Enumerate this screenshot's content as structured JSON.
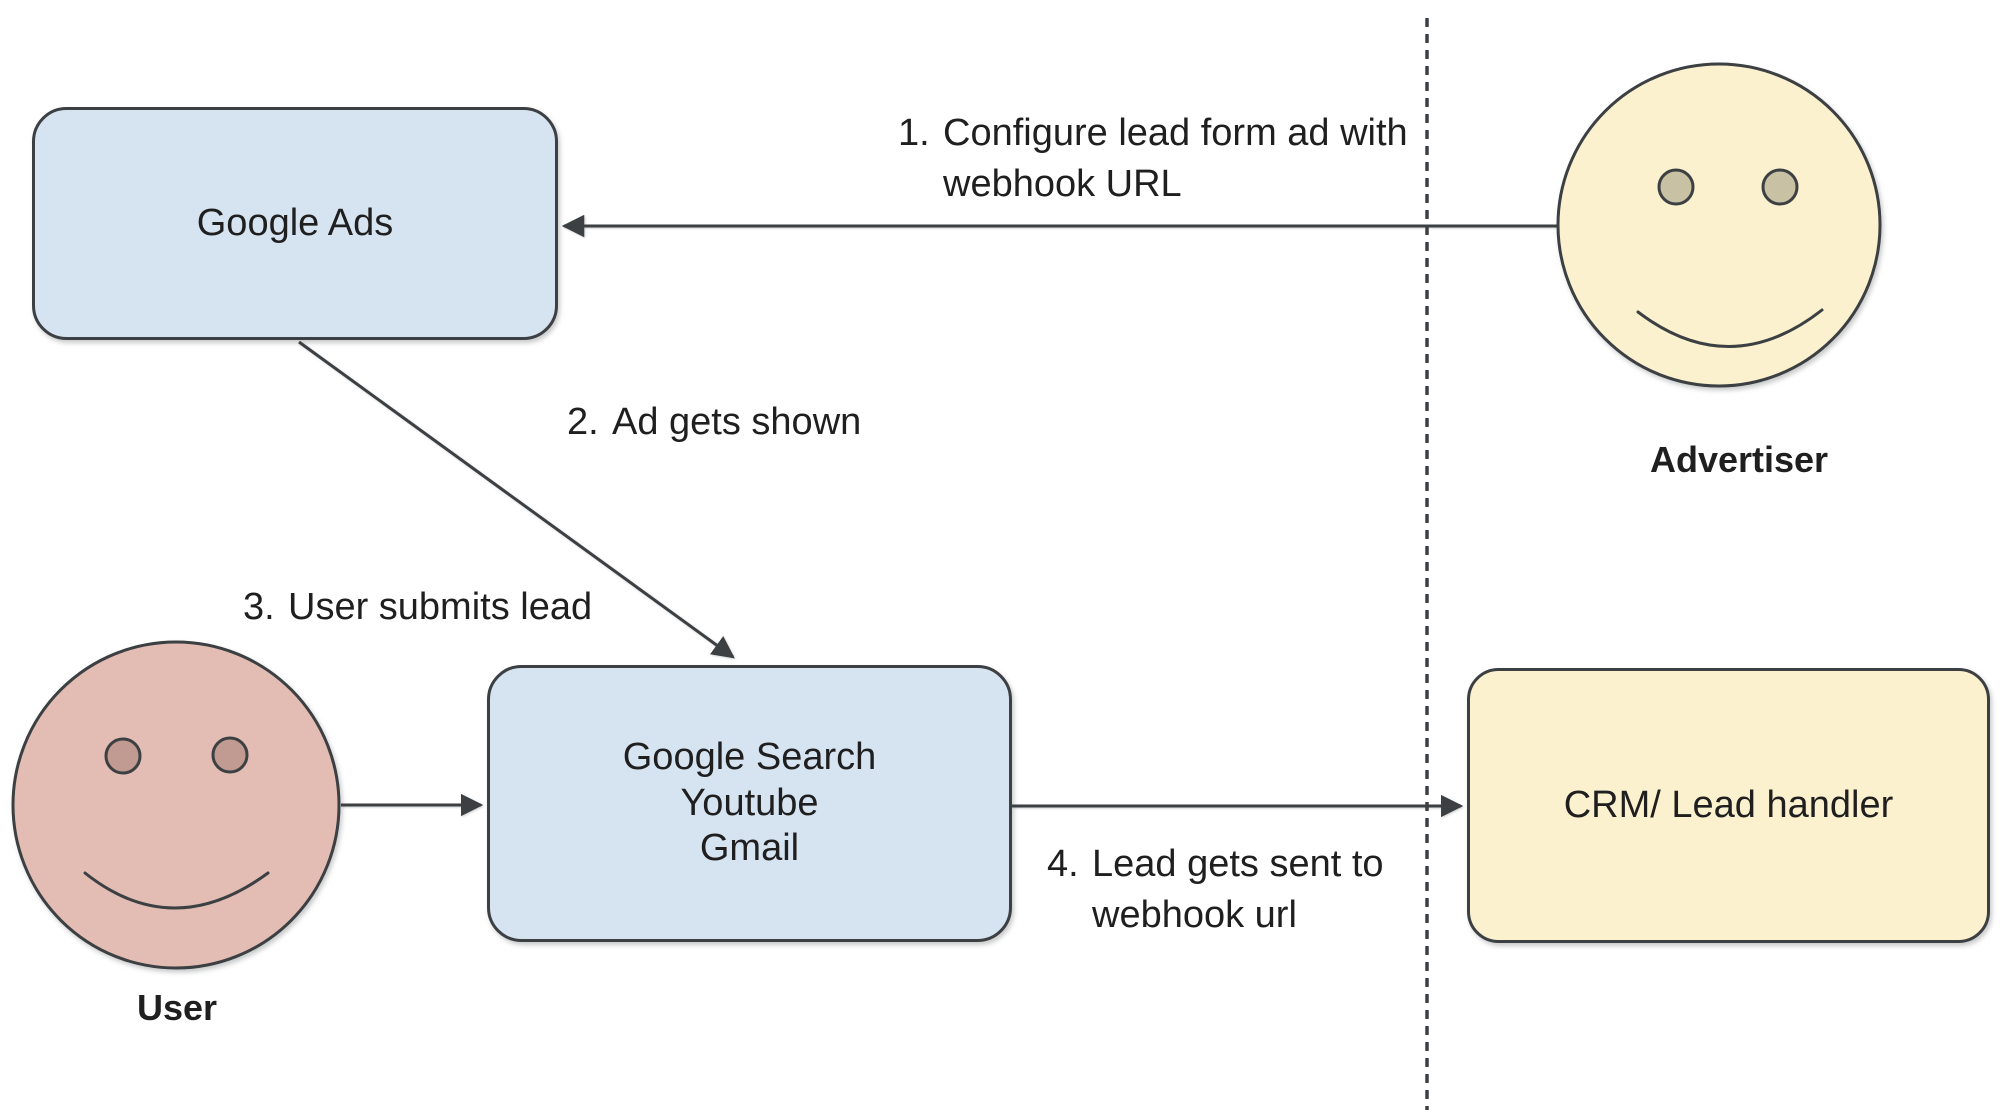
{
  "diagram": {
    "title_hint": "Google Ads lead form webhook flow",
    "nodes": {
      "google_ads": {
        "label": "Google Ads"
      },
      "platforms": {
        "label": "Google Search\nYoutube\nGmail"
      },
      "crm": {
        "label": "CRM/ Lead handler"
      }
    },
    "actors": {
      "advertiser": {
        "label": "Advertiser"
      },
      "user": {
        "label": "User"
      }
    },
    "steps": [
      {
        "num": "1.",
        "text": "Configure lead form ad with\nwebhook URL"
      },
      {
        "num": "2.",
        "text": "Ad gets shown"
      },
      {
        "num": "3.",
        "text": "User submits lead"
      },
      {
        "num": "4.",
        "text": "Lead gets sent to\nwebhook url"
      }
    ],
    "colors": {
      "node_fill_blue": "#D6E3F1",
      "node_fill_yellow": "#FBF1CF",
      "user_face_fill": "#E3BDB3",
      "user_eye_fill": "#C19A92",
      "advertiser_eye_fill": "#C9C1A4",
      "stroke": "#3C4043"
    }
  }
}
